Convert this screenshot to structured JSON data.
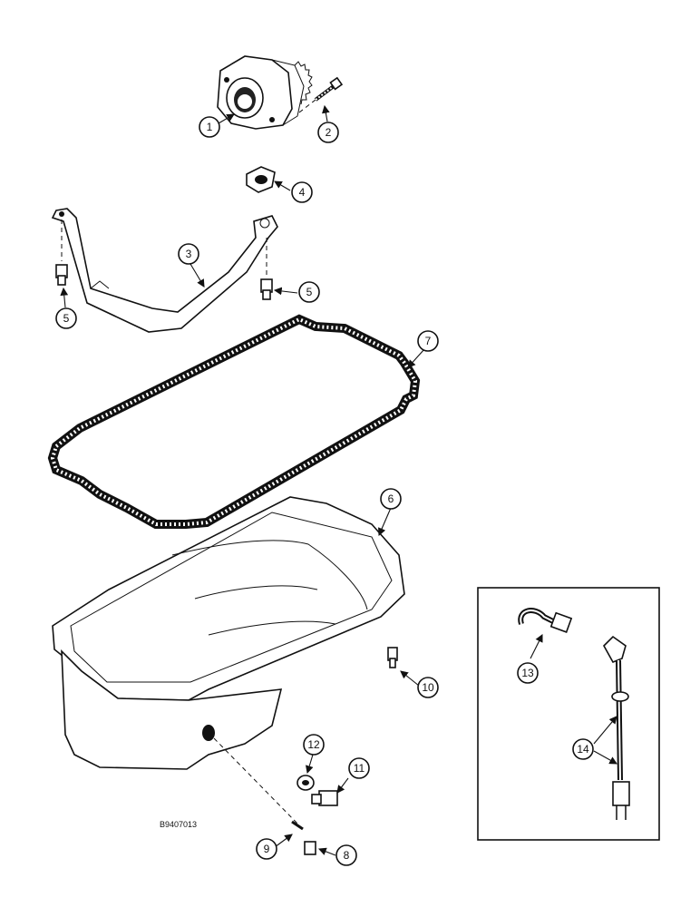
{
  "drawing_ref": "B9407013",
  "callouts": {
    "c1": "1",
    "c2": "2",
    "c3": "3",
    "c4": "4",
    "c5a": "5",
    "c5b": "5",
    "c6": "6",
    "c7": "7",
    "c8": "8",
    "c9": "9",
    "c10": "10",
    "c11": "11",
    "c12": "12",
    "c13": "13",
    "c14": "14"
  }
}
